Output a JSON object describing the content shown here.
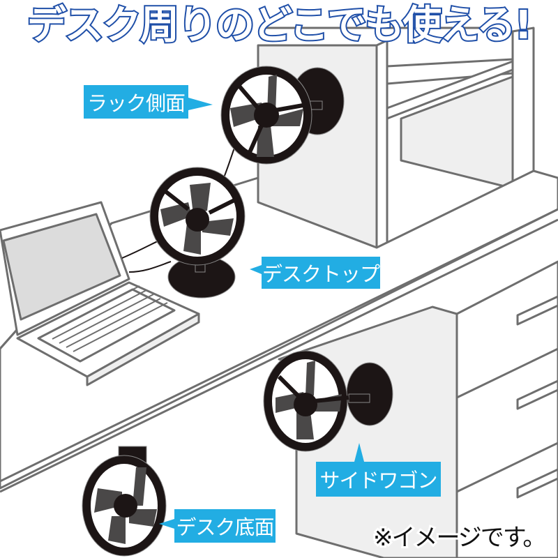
{
  "headline": "デスク周りのどこでも使える!",
  "labels": {
    "rack_side": "ラック側面",
    "desktop": "デスクトップ",
    "side_wagon": "サイドワゴン",
    "desk_bottom": "デスク底面"
  },
  "note": "※イメージです。",
  "colors": {
    "label_bg": "#22ade3",
    "headline_outline": "#1f4fa8",
    "fan_body": "#1c1515",
    "fan_blade": "#4a4848",
    "furniture_panel": "#efefef",
    "line": "#6e6e6e"
  },
  "illustration": {
    "items": [
      "rack",
      "desk",
      "laptop",
      "side-wagon-drawers",
      "fan-rack-side",
      "fan-desktop",
      "fan-side-wagon",
      "fan-desk-bottom"
    ]
  }
}
